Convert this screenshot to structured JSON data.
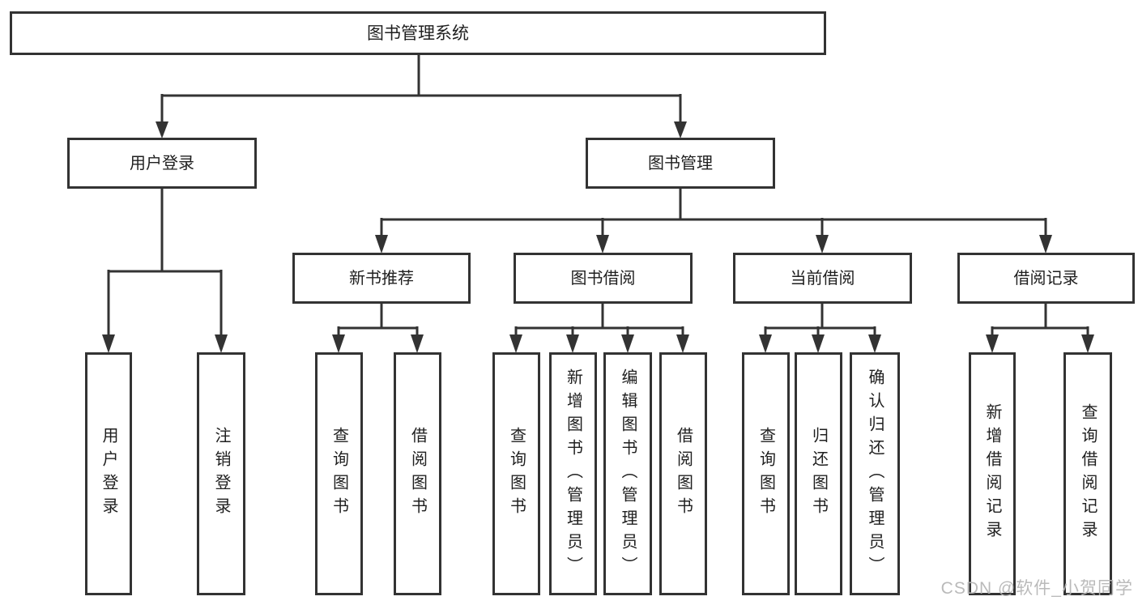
{
  "diagram": {
    "watermark": "CSDN @软件_小贺同学",
    "colors": {
      "background": "#ffffff",
      "line": "#333333",
      "box_border": "#333333",
      "text": "#1f1f1f",
      "watermark": "#b5b5b5"
    },
    "hierarchy": {
      "label": "图书管理系统",
      "children": [
        {
          "label": "用户登录",
          "children": [
            {
              "label": "用户登录"
            },
            {
              "label": "注销登录"
            }
          ]
        },
        {
          "label": "图书管理",
          "children": [
            {
              "label": "新书推荐",
              "children": [
                {
                  "label": "查询图书"
                },
                {
                  "label": "借阅图书"
                }
              ]
            },
            {
              "label": "图书借阅",
              "children": [
                {
                  "label": "查询图书"
                },
                {
                  "label": "新增图书（管理员）"
                },
                {
                  "label": "编辑图书（管理员）"
                },
                {
                  "label": "借阅图书"
                }
              ]
            },
            {
              "label": "当前借阅",
              "children": [
                {
                  "label": "查询图书"
                },
                {
                  "label": "归还图书"
                },
                {
                  "label": "确认归还（管理员）"
                }
              ]
            },
            {
              "label": "借阅记录",
              "children": [
                {
                  "label": "新增借阅记录"
                },
                {
                  "label": "查询借阅记录"
                }
              ]
            }
          ]
        }
      ]
    }
  }
}
